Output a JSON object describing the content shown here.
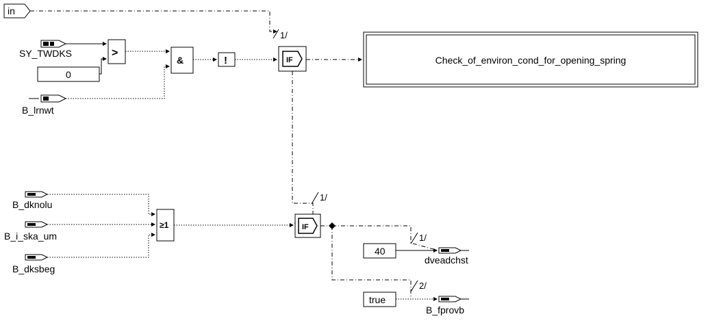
{
  "inport": {
    "label": "in"
  },
  "inputs": {
    "sy_twdks": "SY_TWDKS",
    "b_lrnwt": "B_lrnwt",
    "b_dknolu": "B_dknolu",
    "b_i_ska_um": "B_i_ska_um",
    "b_dksbeg": "B_dksbeg"
  },
  "constants": {
    "zero": "0",
    "forty": "40",
    "true_val": "true"
  },
  "operators": {
    "greater": ">",
    "and": "&",
    "not": "!",
    "or": "≥1",
    "if": "IF"
  },
  "subsystem": {
    "label": "Check_of_environ_cond_for_opening_spring"
  },
  "ports": {
    "p_1a": "1/",
    "p_1b": "1/",
    "p_1c": "1/",
    "p_2": "2/"
  },
  "outputs": {
    "dveadchst": "dveadchst",
    "b_fprovb": "B_fprovb"
  }
}
